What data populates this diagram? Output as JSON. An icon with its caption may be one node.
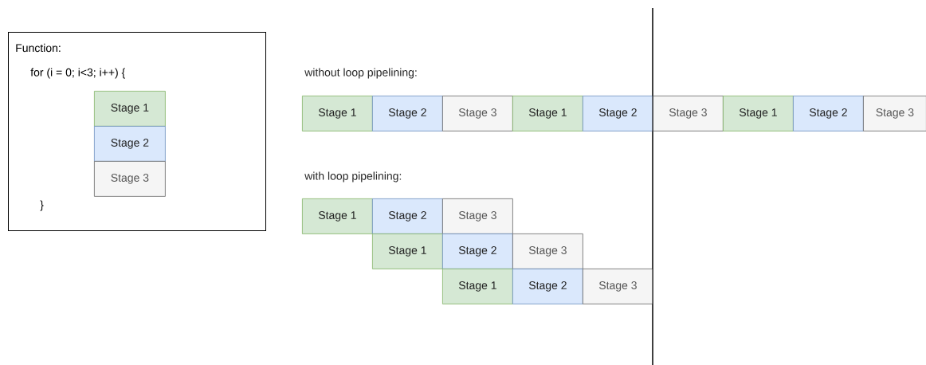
{
  "diagram": {
    "nodes": [
      {
        "text": [
          "Function:",
          "for (i = 0; i<3; i++) {",
          "}"
        ]
      },
      {
        "text": [
          "Stage 1"
        ],
        "in": 0
      },
      {
        "text": [
          "Stage 2"
        ],
        "in": 0
      },
      {
        "text": [
          "Stage 3"
        ],
        "in": 0
      },
      {
        "text": [
          "Stage 1"
        ]
      },
      {
        "text": [
          "Stage 2"
        ]
      },
      {
        "text": [
          "Stage 3"
        ]
      },
      {
        "text": [
          "Stage 1"
        ]
      },
      {
        "text": [
          "Stage 2"
        ]
      },
      {
        "text": [
          "Stage 3"
        ]
      },
      {
        "text": [
          "Stage 1"
        ]
      },
      {
        "text": [
          "Stage 2"
        ]
      },
      {
        "text": [
          "Stage 3"
        ]
      },
      {
        "text": [
          "Stage 1"
        ]
      },
      {
        "text": [
          "Stage 2"
        ]
      },
      {
        "text": [
          "Stage 3"
        ]
      },
      {
        "text": [
          "Stage 1"
        ]
      },
      {
        "text": [
          "Stage 2"
        ]
      },
      {
        "text": [
          "Stage 3"
        ]
      },
      {
        "text": [
          "Stage 1"
        ]
      },
      {
        "text": [
          "Stage 2"
        ]
      },
      {
        "text": [
          "Stage 3"
        ]
      }
    ],
    "labels": [
      "without loop pipelining:",
      "with loop pipelining:"
    ]
  }
}
